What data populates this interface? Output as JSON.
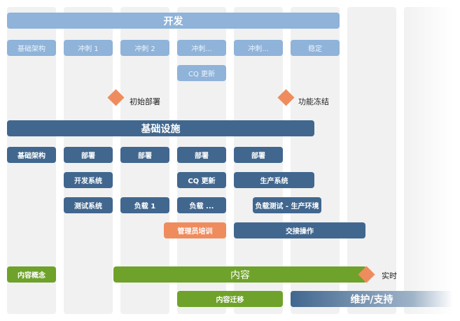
{
  "colors": {
    "light": "#8fb3d9",
    "dark": "#41678f",
    "orange": "#ef8c5e",
    "green": "#6fa22a"
  },
  "dev": {
    "title": "开发",
    "items": [
      "基础架构",
      "冲刺 1",
      "冲刺 2",
      "冲刺...",
      "冲刺...",
      "稳定"
    ],
    "cq": "CQ 更新"
  },
  "milestones": {
    "initial": "初始部署",
    "freeze": "功能冻结",
    "live": "实时"
  },
  "infra": {
    "title": "基础设施",
    "row1": [
      "基础架构",
      "部署",
      "部署",
      "部署",
      "部署"
    ],
    "dev_sys": "开发系统",
    "cq": "CQ 更新",
    "prod_sys": "生产系统",
    "test_sys": "测试系统",
    "load1": "负载 1",
    "load_more": "负载 ...",
    "load_prod": "负载测试 - 生产环境",
    "admin_training": "管理员培训",
    "handover": "交接操作"
  },
  "content": {
    "concept": "内容概念",
    "title": "内容",
    "migration": "内容迁移",
    "support": "维护/支持"
  }
}
